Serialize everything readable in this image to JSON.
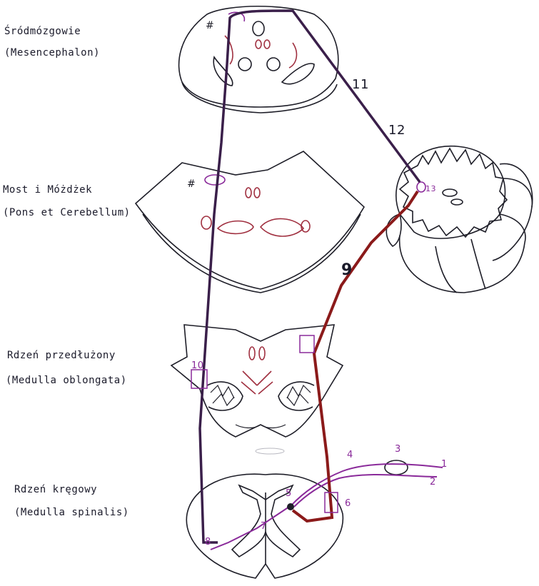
{
  "regions": {
    "mesencephalon": {
      "polish": "Śródmózgowie",
      "latin": "(Mesencephalon)"
    },
    "pons": {
      "polish": "Most i Móżdżek",
      "latin": "(Pons et Cerebellum)"
    },
    "medulla": {
      "polish": "Rdzeń przedłużony",
      "latin": "(Medulla oblongata)"
    },
    "spinal": {
      "polish": "Rdzeń kręgowy",
      "latin": "(Medulla spinalis)"
    }
  },
  "numbers": {
    "n1": "1",
    "n2": "2",
    "n3": "3",
    "n4": "4",
    "n5": "5",
    "n6": "6",
    "n7": "7",
    "n8": "8",
    "n9": "9",
    "n10": "10",
    "n11": "11",
    "n12": "12",
    "n13": "13"
  },
  "colors": {
    "ink": "#2a2540",
    "purple": "#8a2a9a",
    "dark_purple": "#3a1f4a",
    "red": "#8b1a1a",
    "maroon": "#a03040",
    "outline": "#1e1e28"
  }
}
